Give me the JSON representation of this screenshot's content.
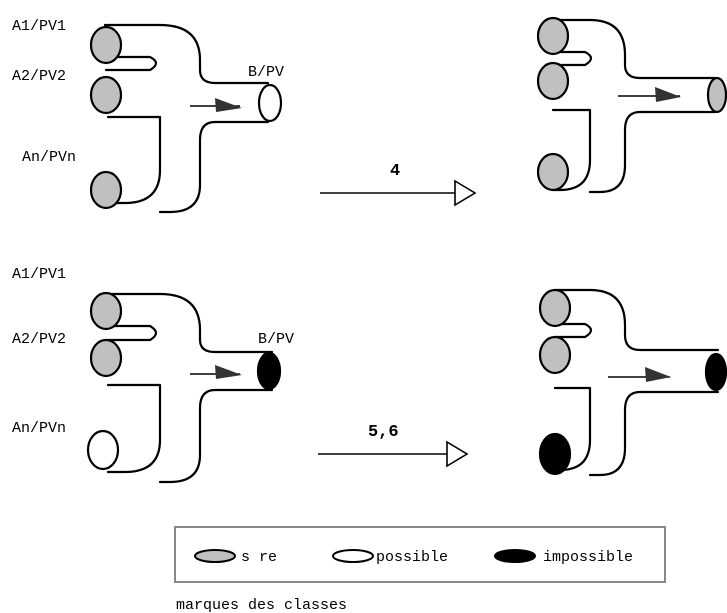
{
  "colors": {
    "sure": "#c0c0c0",
    "possible": "#ffffff",
    "impossible": "#000000",
    "line": "#000000",
    "legend_border": "#888888"
  },
  "top_diagram": {
    "labels": {
      "input1": "A1/PV1",
      "input2": "A2/PV2",
      "input_n": "An/PVn",
      "output": "B/PV"
    },
    "step_label": "4",
    "before": {
      "input1": "sure",
      "input2": "sure",
      "input_n": "sure",
      "output": "possible"
    },
    "after": {
      "input1": "sure",
      "input2": "sure",
      "input_n": "sure",
      "output": "sure"
    }
  },
  "bottom_diagram": {
    "labels": {
      "input1": "A1/PV1",
      "input2": "A2/PV2",
      "input_n": "An/PVn",
      "output": "B/PV"
    },
    "step_label": "5,6",
    "before": {
      "input1": "sure",
      "input2": "sure",
      "input_n": "possible",
      "output": "impossible"
    },
    "after": {
      "input1": "sure",
      "input2": "sure",
      "input_n": "impossible",
      "output": "impossible"
    }
  },
  "legend": {
    "sure": "s re",
    "possible": "possible",
    "impossible": "impossible",
    "caption": "marques des classes"
  }
}
